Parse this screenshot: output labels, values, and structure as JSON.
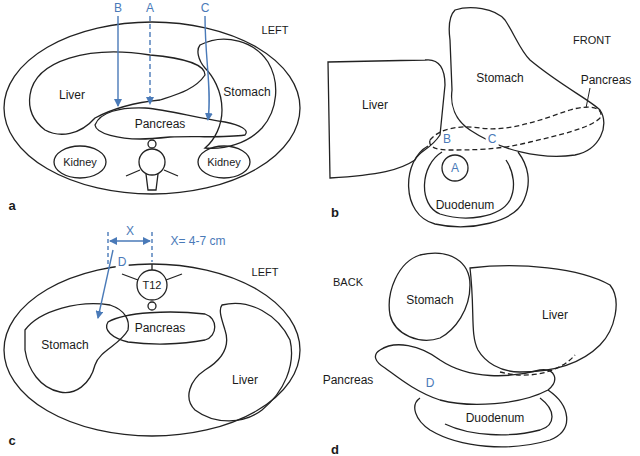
{
  "diagram": {
    "labels": [
      "B",
      "A",
      "C",
      "LEFT",
      "Liver",
      "Stomach",
      "Pancreas",
      "Kidney",
      "Kidney",
      "a",
      "FRONT",
      "Liver",
      "Stomach",
      "Pancreas",
      "B",
      "C",
      "A",
      "Duodenum",
      "b",
      "X",
      "X= 4-7 cm",
      "D",
      "LEFT",
      "T12",
      "Stomach",
      "Pancreas",
      "Liver",
      "c",
      "BACK",
      "Stomach",
      "Pancreas",
      "D",
      "Liver",
      "Duodenum",
      "d"
    ]
  }
}
